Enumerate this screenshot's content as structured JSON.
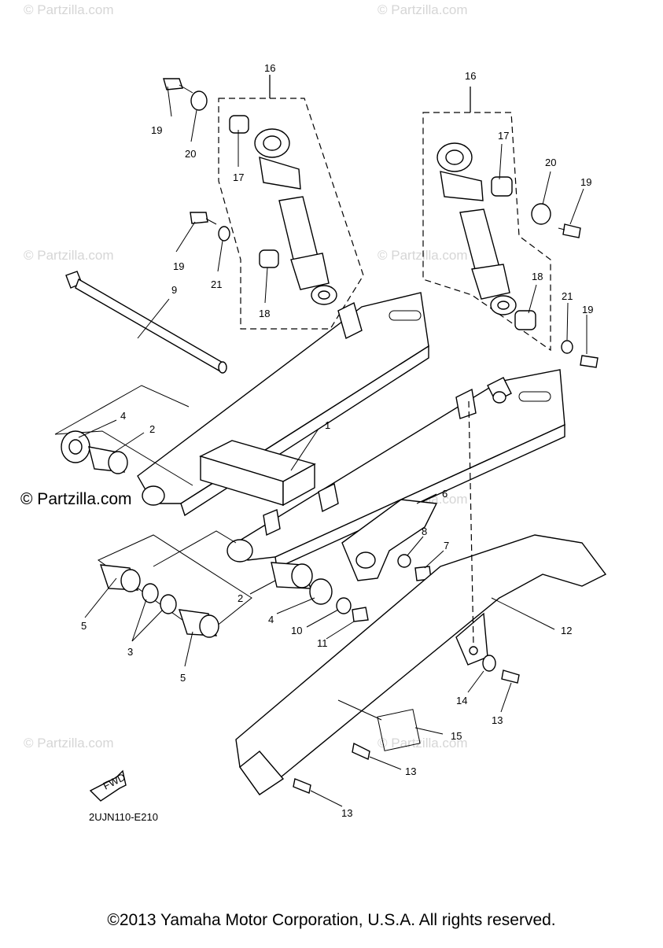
{
  "diagram_code": "2UJN110-E210",
  "copyright": "©2013 Yamaha Motor Corporation, U.S.A. All rights reserved.",
  "partzilla_label": "© Partzilla.com",
  "watermark_text": "© Partzilla.com",
  "fwd_label": "FWD",
  "callouts": [
    "1",
    "2",
    "2",
    "3",
    "4",
    "4",
    "5",
    "5",
    "6",
    "7",
    "8",
    "9",
    "10",
    "11",
    "12",
    "13",
    "13",
    "13",
    "14",
    "15",
    "16",
    "16",
    "17",
    "17",
    "18",
    "18",
    "19",
    "19",
    "19",
    "19",
    "20",
    "20",
    "21",
    "21"
  ]
}
